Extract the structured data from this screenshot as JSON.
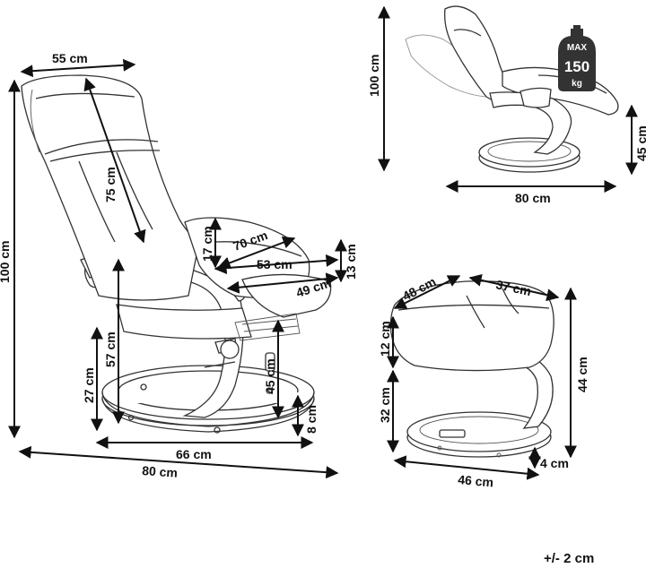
{
  "main_view": {
    "width_top": "55 cm",
    "backrest_diag": "75 cm",
    "total_height": "100 cm",
    "armrest_height": "17 cm",
    "seat_diag": "70 cm",
    "seat_depth": "53 cm",
    "seat_cushion": "13 cm",
    "seat_length": "49 cm",
    "arm_floor": "57 cm",
    "seat_floor": "45 cm",
    "under_seat": "27 cm",
    "base_height": "8 cm",
    "base_width": "66 cm",
    "total_depth": "80 cm"
  },
  "reclined_view": {
    "height": "100 cm",
    "depth": "80 cm",
    "footrest_height": "45 cm",
    "max_label_top": "MAX",
    "max_label_value": "150",
    "max_label_unit": "kg"
  },
  "footstool": {
    "depth": "48 cm",
    "width": "37 cm",
    "cushion": "12 cm",
    "total_height": "44 cm",
    "leg_height": "32 cm",
    "base_diameter": "46 cm",
    "base_thickness": "4 cm"
  },
  "tolerance": "+/- 2 cm"
}
